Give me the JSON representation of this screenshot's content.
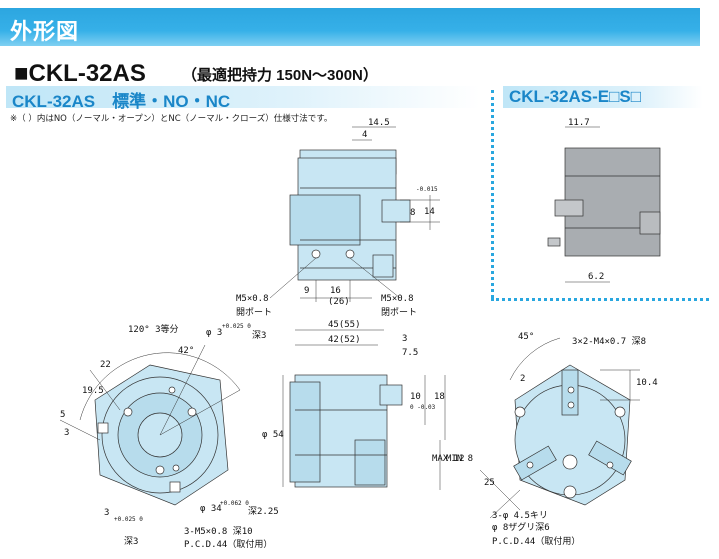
{
  "banner": {
    "title": "外形図"
  },
  "model": {
    "name": "■CKL-32AS",
    "subtitle": "（最適把持力 150N〜300N）"
  },
  "tabs": {
    "standard": "CKL-32AS　標準・NO・NC",
    "variant": "CKL-32AS-E□S□"
  },
  "note": "※（ ）内はNO（ノーマル・オープン）とNC（ノーマル・クローズ）仕様寸法です。",
  "dims": {
    "d14_5": "14.5",
    "d4": "4",
    "d8": "8",
    "d8tol": "-0.015",
    "d14": "14",
    "d9": "9",
    "d16": "16",
    "d26": "(26)",
    "port_left": "M5×0.8",
    "port_left_label": "開ポート",
    "port_right": "M5×0.8",
    "port_right_label": "閉ポート",
    "d11_7": "11.7",
    "d6_2": "6.2",
    "angle120": "120° 3等分",
    "phi3": "φ 3",
    "phi3tol": "+0.025 0",
    "deep3": "深3",
    "a42": "42°",
    "d22": "22",
    "d19_5": "19.5",
    "d5": "5",
    "d3": "3",
    "d45": "45(55)",
    "d42": "42(52)",
    "d3b": "3",
    "d7_5": "7.5",
    "d10": "10",
    "d10tol": "0 -0.03",
    "d18": "18",
    "phi54": "φ 54",
    "max12": "MAX 12",
    "min8": "MIN 8",
    "phi34": "φ 34",
    "phi34tol": "+0.062 0",
    "deep2_25": "深2.25",
    "m5": "3-M5×0.8 深10",
    "pcd_left": "P.C.D.44（取付用）",
    "d3c": "3",
    "d3ctol": "+0.025 0",
    "deep3b": "深3",
    "a45": "45°",
    "m4": "3×2-M4×0.7 深8",
    "d2": "2",
    "d10_4": "10.4",
    "d25": "25",
    "phi4_5": "3-φ 4.5キリ",
    "phi8": "φ 8ザグリ深6",
    "pcd_right": "P.C.D.44（取付用）"
  },
  "colors": {
    "banner": "#2ca6e0",
    "tab_text": "#1a86c8",
    "body": "#c8e6f3",
    "body_dark": "#9fc9dd",
    "dots": "#29a7df",
    "gray": "#9aa0a6"
  }
}
